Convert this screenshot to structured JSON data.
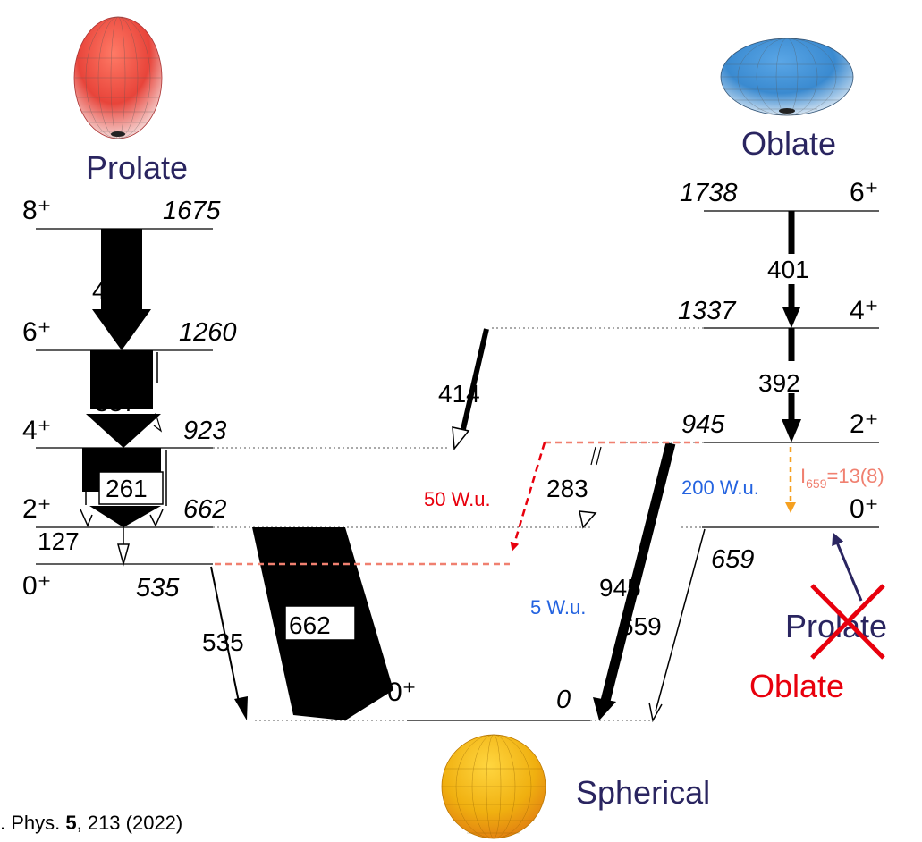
{
  "shapes": {
    "prolate": "Prolate",
    "oblate": "Oblate",
    "spherical": "Spherical"
  },
  "colors": {
    "prolate": "#e8443a",
    "oblate": "#3a8ad0",
    "spherical": "#f0b010",
    "red_annotation": "#e8000d",
    "blue_annotation": "#2463e0",
    "salmon_annotation": "#f08070",
    "orange_annotation": "#f5a020",
    "shape_label": "#2a2560"
  },
  "levels": {
    "prolate_band": [
      {
        "spin": "8⁺",
        "energy": "1675"
      },
      {
        "spin": "6⁺",
        "energy": "1260"
      },
      {
        "spin": "4⁺",
        "energy": "923"
      },
      {
        "spin": "2⁺",
        "energy": "662"
      },
      {
        "spin": "0⁺",
        "energy": "535"
      }
    ],
    "oblate_band": [
      {
        "spin": "6⁺",
        "energy": "1738"
      },
      {
        "spin": "4⁺",
        "energy": "1337"
      },
      {
        "spin": "2⁺",
        "energy": "945"
      },
      {
        "spin": "0⁺",
        "energy": "659"
      }
    ],
    "ground": {
      "spin": "0⁺",
      "energy": "0"
    }
  },
  "transitions": [
    "415",
    "337",
    "261",
    "127",
    "535",
    "662",
    "414",
    "283",
    "401",
    "392",
    "945",
    "659"
  ],
  "annotations": {
    "wu_50": "50 W.u.",
    "wu_200": "200 W.u.",
    "wu_5": "5 W.u.",
    "intensity_main": "I",
    "intensity_sub": "659",
    "intensity_value": "=13(8)",
    "crossed_label": "Prolate",
    "replacement_label": "Oblate"
  },
  "citation": {
    "prefix": ". Phys. ",
    "volume": "5",
    "rest": ", 213 (2022)"
  }
}
